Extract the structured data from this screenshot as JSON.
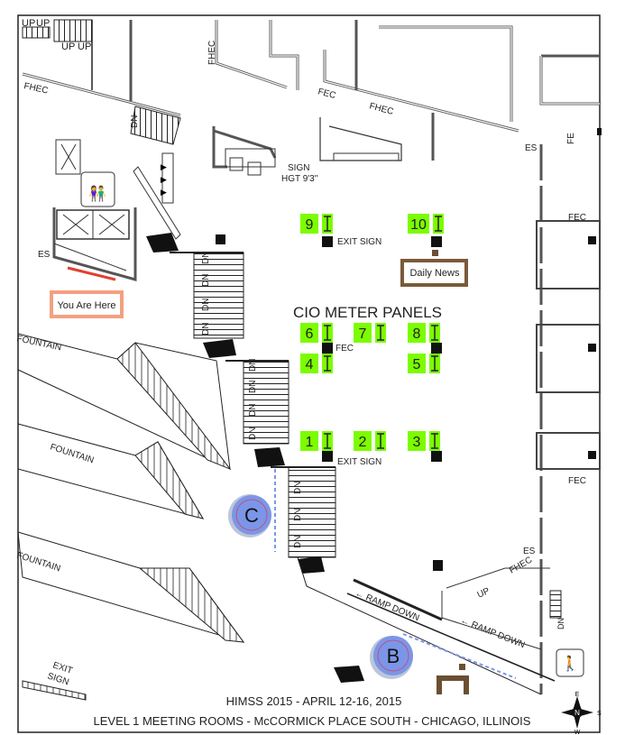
{
  "title": "CIO METER PANELS",
  "footer": {
    "line1": "HIMSS 2015 - APRIL 12-16, 2015",
    "line2": "LEVEL 1 MEETING ROOMS - McCORMICK PLACE SOUTH - CHICAGO, ILLINOIS"
  },
  "you_are_here": "You Are Here",
  "daily_news": "Daily News",
  "panels": [
    "1",
    "2",
    "3",
    "4",
    "5",
    "6",
    "7",
    "8",
    "9",
    "10"
  ],
  "markers": {
    "c": "C",
    "b": "B"
  },
  "labels": {
    "up": "UP",
    "dn": "DN",
    "fhec": "FHEC",
    "fec": "FEC",
    "es": "ES",
    "fe": "FE",
    "sign": "SIGN",
    "sign_hgt": "HGT 9'3\"",
    "exit_sign": "EXIT SIGN",
    "exit": "EXIT",
    "sign_word": "SIGN",
    "fountain": "FOUNTAIN",
    "ramp_down": "RAMP DOWN",
    "arrow_left": "←"
  },
  "compass": {
    "n": "N",
    "e": "E",
    "s": "S",
    "w": "W"
  },
  "colors": {
    "panel_green": "#7cfc00",
    "marker_blue": "#7b96e8",
    "you_are_here_border": "#f4a080",
    "daily_news_border": "#7a5a3a"
  }
}
